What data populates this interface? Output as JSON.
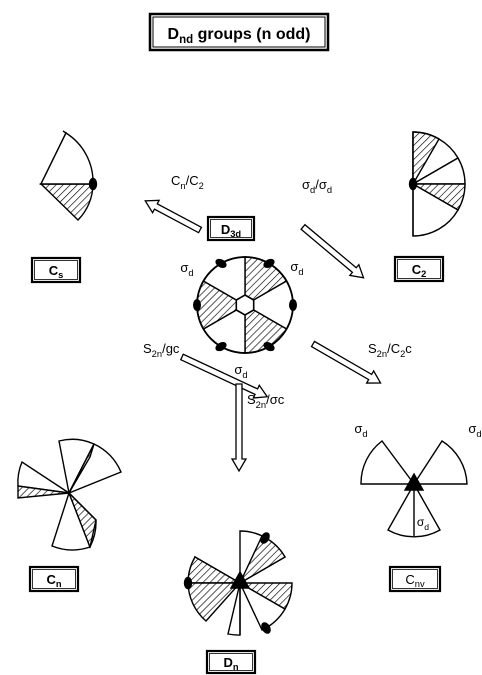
{
  "title": {
    "main": "D",
    "sub": "nd",
    "rest": " groups (n odd)"
  },
  "center_group": {
    "main": "D",
    "sub": "3d"
  },
  "subgroups": {
    "cs": {
      "main": "C",
      "sub": "s"
    },
    "c2": {
      "main": "C",
      "sub": "2"
    },
    "cn": {
      "main": "C",
      "sub": "n"
    },
    "cnv": {
      "main": "C",
      "sub": "nv"
    },
    "dn": {
      "main": "D",
      "sub": "n"
    }
  },
  "arrows": {
    "to_cs": {
      "a": "C",
      "a_sub": "n",
      "b": "/C",
      "b_sub": "2"
    },
    "to_c2": {
      "a": "σ",
      "a_sub": "d",
      "b": "/σ",
      "b_sub": "d"
    },
    "to_cn": {
      "a": "S",
      "a_sub": "2n",
      "b": "/gc"
    },
    "to_dn": {
      "a": "S",
      "a_sub": "2n",
      "b": "/σc"
    },
    "to_cnv": {
      "a": "S",
      "a_sub": "2n",
      "b": "/C",
      "b_sub": "2",
      "c": "c"
    }
  },
  "sigma_labels": {
    "sym": "σ",
    "sub": "d"
  },
  "colors": {
    "ink": "#000000",
    "paper": "#ffffff"
  }
}
